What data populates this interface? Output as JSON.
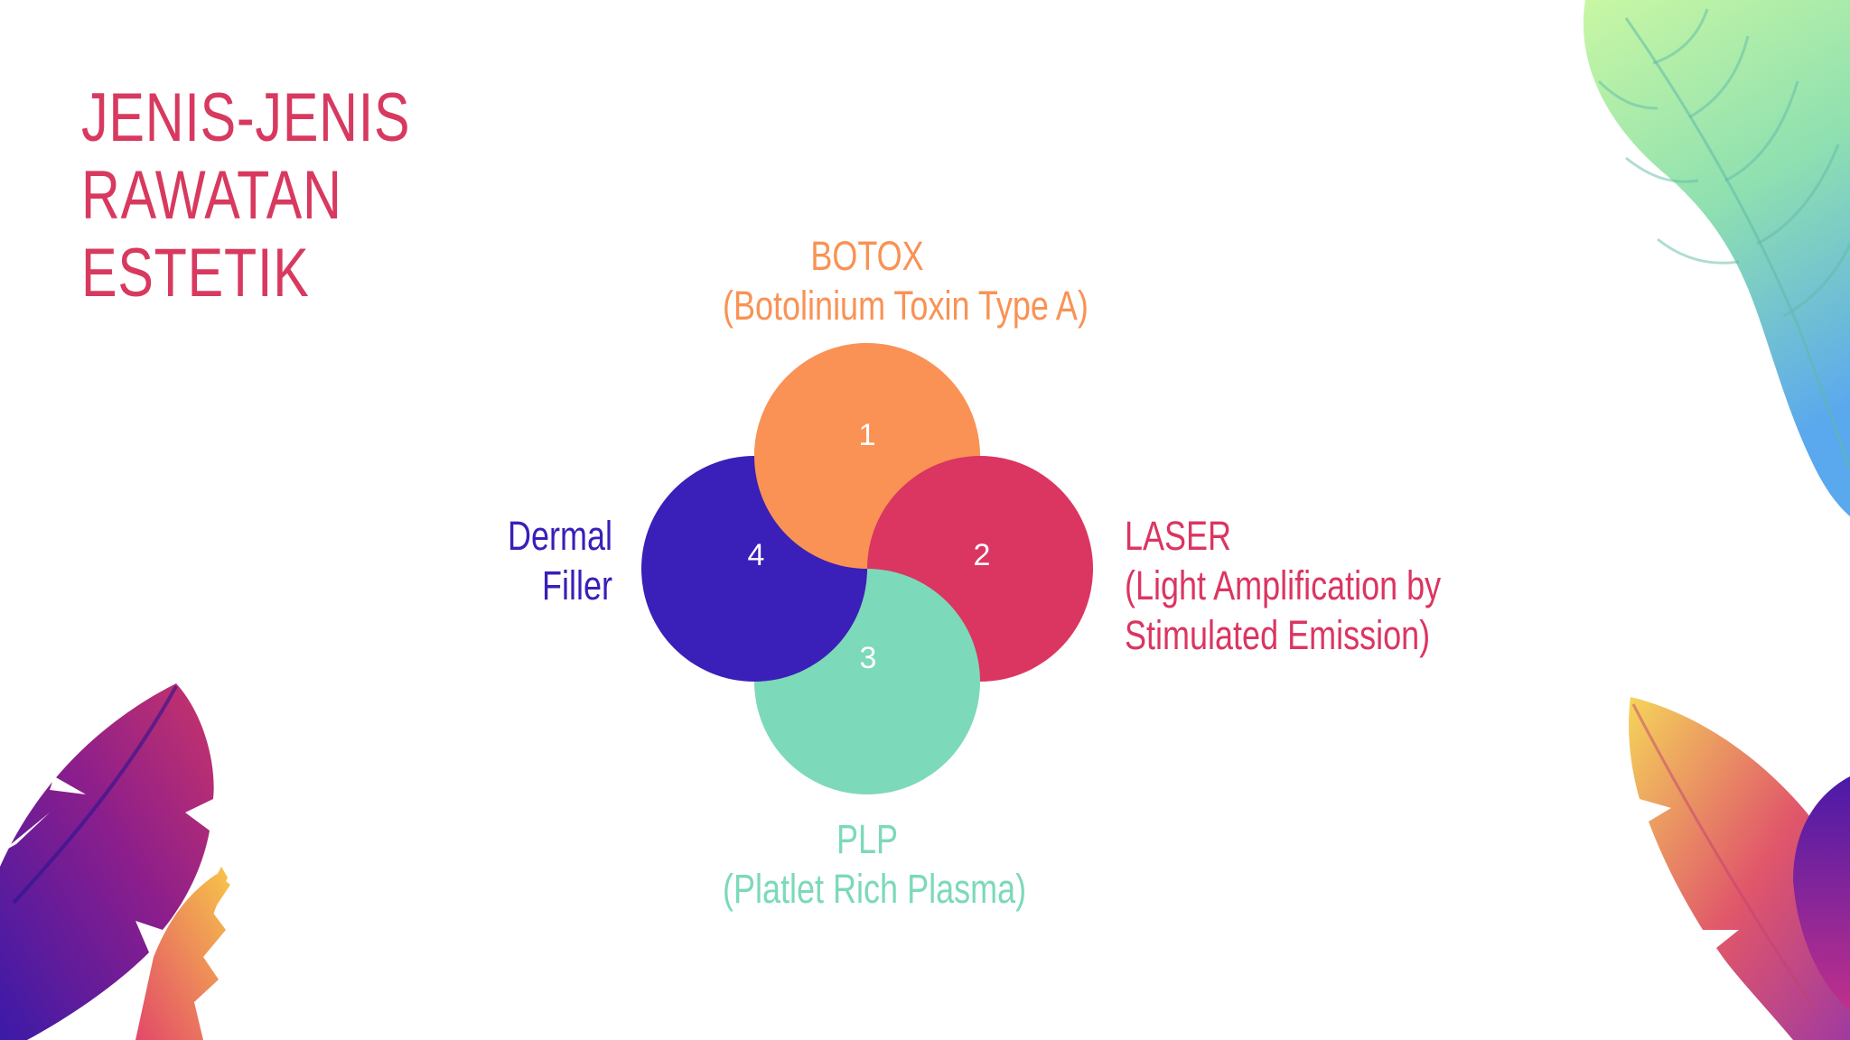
{
  "title": {
    "lines": [
      "JENIS-JENIS",
      "RAWATAN",
      "ESTETIK"
    ]
  },
  "colors": {
    "title": "#D8395F",
    "botox": "#F99254",
    "laser": "#DB3561",
    "plp": "#7CD9BA",
    "filler": "#3A1FB8",
    "number_text": "#ffffff"
  },
  "circles": [
    {
      "number": "1",
      "label": "botox"
    },
    {
      "number": "2",
      "label": "laser"
    },
    {
      "number": "3",
      "label": "plp"
    },
    {
      "number": "4",
      "label": "filler"
    }
  ],
  "labels": {
    "botox": {
      "name": "BOTOX",
      "detail": "(Botolinium Toxin Type A)"
    },
    "laser": {
      "name": "LASER",
      "detail_1": "(Light Amplification by",
      "detail_2": "Stimulated Emission)"
    },
    "plp": {
      "name": "PLP",
      "detail": "(Platlet Rich Plasma)"
    },
    "filler": {
      "line_1": "Dermal",
      "line_2": "Filler"
    }
  }
}
